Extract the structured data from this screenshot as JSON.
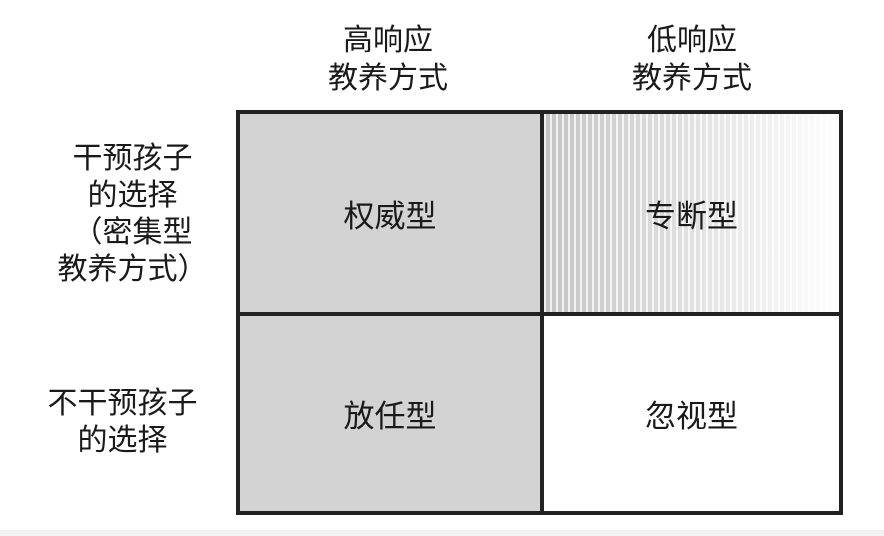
{
  "columns": [
    {
      "line1": "高响应",
      "line2": "教养方式"
    },
    {
      "line1": "低响应",
      "line2": "教养方式"
    }
  ],
  "rows": [
    {
      "lines": [
        "干预孩子",
        "的选择",
        "（密集型",
        "教养方式）"
      ]
    },
    {
      "lines": [
        "不干预孩子",
        "的选择"
      ]
    }
  ],
  "cells": {
    "top_left": {
      "label": "权威型",
      "fill": "#d3d3d3"
    },
    "top_right": {
      "label": "专断型",
      "fill": "gradient-stripes"
    },
    "bottom_left": {
      "label": "放任型",
      "fill": "#d3d3d3"
    },
    "bottom_right": {
      "label": "忽视型",
      "fill": "#ffffff"
    }
  },
  "colors": {
    "border": "#222222",
    "shaded": "#d3d3d3"
  }
}
